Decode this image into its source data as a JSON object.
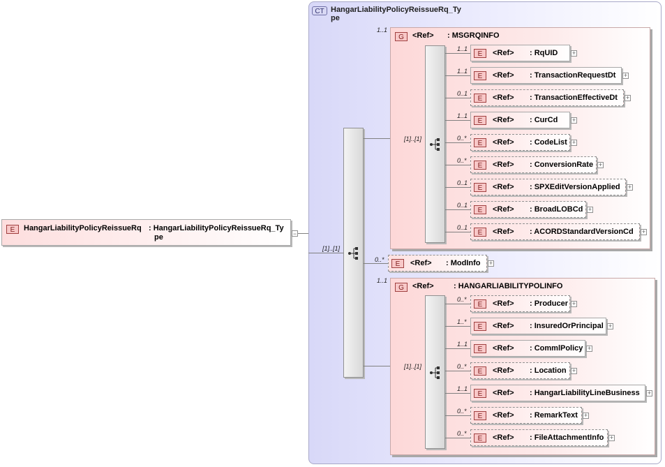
{
  "complex_type": {
    "badge": "CT",
    "title_line1": "HangarLiabilityPolicyReissueRq_Ty",
    "title_line2": "pe"
  },
  "root": {
    "badge": "E",
    "name": "HangarLiabilityPolicyReissueRq",
    "type_line1": ": HangarLiabilityPolicyReissueRq_Ty",
    "type_line2": "pe",
    "expand": "−"
  },
  "main_sequence": {
    "cardinality": "[1]..[1]"
  },
  "groups": {
    "msgrqinfo": {
      "badge": "G",
      "ref": "<Ref>",
      "name": ": MSGRQINFO",
      "cardinality": "1..1",
      "seq_cardinality": "[1]..[1]",
      "elements": [
        {
          "card": "1..1",
          "ref": "<Ref>",
          "name": ": RqUID"
        },
        {
          "card": "1..1",
          "ref": "<Ref>",
          "name": ": TransactionRequestDt"
        },
        {
          "card": "0..1",
          "ref": "<Ref>",
          "name": ": TransactionEffectiveDt"
        },
        {
          "card": "1..1",
          "ref": "<Ref>",
          "name": ": CurCd"
        },
        {
          "card": "0..*",
          "ref": "<Ref>",
          "name": ": CodeList"
        },
        {
          "card": "0..*",
          "ref": "<Ref>",
          "name": ": ConversionRate"
        },
        {
          "card": "0..1",
          "ref": "<Ref>",
          "name": ": SPXEditVersionApplied"
        },
        {
          "card": "0..1",
          "ref": "<Ref>",
          "name": ": BroadLOBCd"
        },
        {
          "card": "0..1",
          "ref": "<Ref>",
          "name": ": ACORDStandardVersionCd"
        }
      ]
    },
    "modinfo": {
      "badge": "E",
      "card": "0..*",
      "ref": "<Ref>",
      "name": ": ModInfo"
    },
    "hangarliabilitypolinfo": {
      "badge": "G",
      "ref": "<Ref>",
      "name": ": HANGARLIABILITYPOLINFO",
      "cardinality": "1..1",
      "seq_cardinality": "[1]..[1]",
      "elements": [
        {
          "card": "0..*",
          "ref": "<Ref>",
          "name": ": Producer"
        },
        {
          "card": "1..*",
          "ref": "<Ref>",
          "name": ": InsuredOrPrincipal"
        },
        {
          "card": "1..1",
          "ref": "<Ref>",
          "name": ": CommlPolicy"
        },
        {
          "card": "0..*",
          "ref": "<Ref>",
          "name": ": Location"
        },
        {
          "card": "1..1",
          "ref": "<Ref>",
          "name": ": HangarLiabilityLineBusiness"
        },
        {
          "card": "0..*",
          "ref": "<Ref>",
          "name": ": RemarkText"
        },
        {
          "card": "0..*",
          "ref": "<Ref>",
          "name": ": FileAttachmentInfo"
        }
      ]
    }
  },
  "icons": {
    "expand": "plus-icon",
    "sequence": "sequence-icon"
  },
  "colors": {
    "complex_type_fill": "#d8d8f8",
    "group_fill": "#fdd8d8",
    "element_badge": "#f8c8c8",
    "line": "#808080"
  }
}
